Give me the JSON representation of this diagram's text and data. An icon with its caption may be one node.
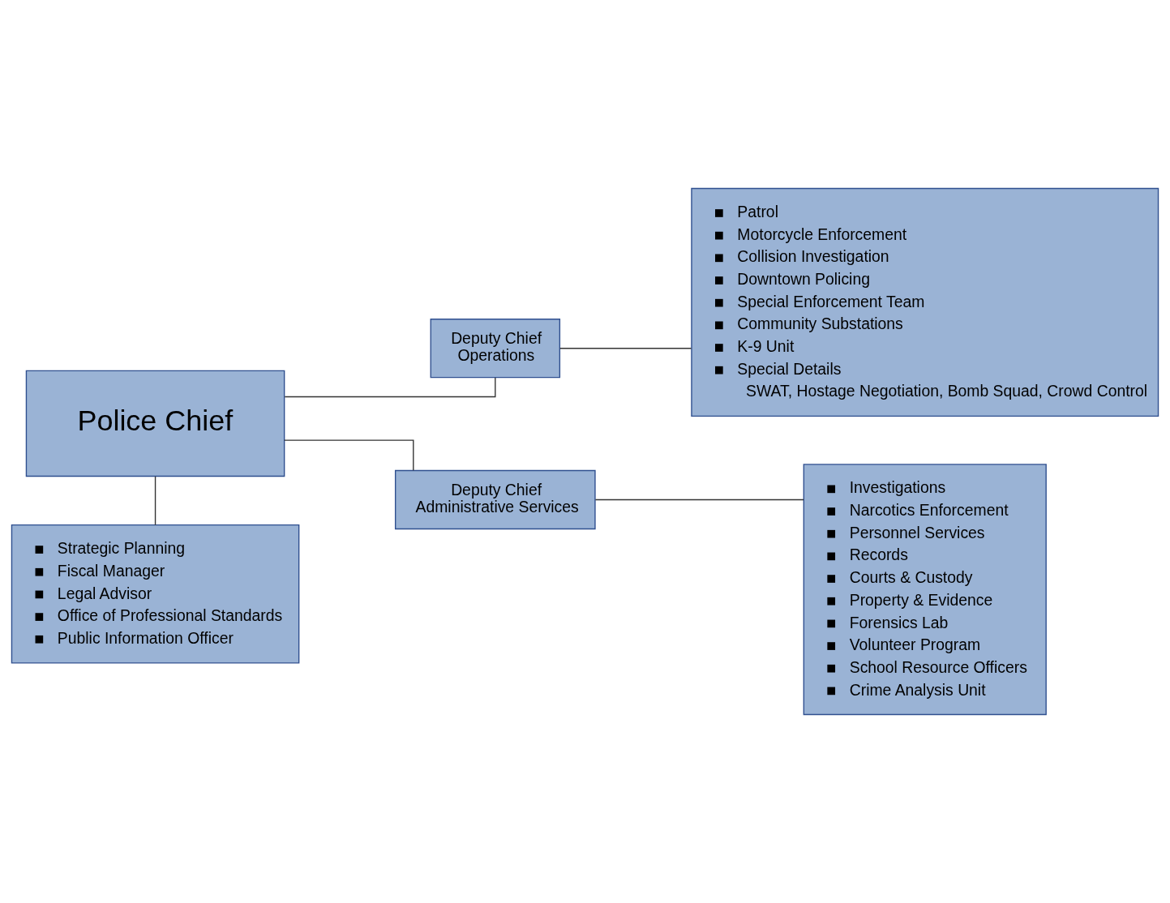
{
  "diagram": {
    "nodes": [
      {
        "text": [
          "Police Chief"
        ]
      },
      {
        "text": [
          "Strategic Planning",
          "Fiscal Manager",
          "Legal Advisor",
          "Office of Professional Standards",
          "Public Information Officer"
        ]
      },
      {
        "text": [
          "Deputy Chief",
          "Operations"
        ]
      },
      {
        "text": [
          "Patrol",
          "Motorcycle Enforcement",
          "Collision Investigation",
          "Downtown Policing",
          "Special Enforcement Team",
          "Community Substations",
          "K-9 Unit",
          "Special Details",
          "SWAT, Hostage Negotiation, Bomb Squad, Crowd Control"
        ]
      },
      {
        "text": [
          "Deputy Chief",
          "Administrative Services"
        ]
      },
      {
        "text": [
          "Investigations",
          "Narcotics Enforcement",
          "Personnel Services",
          "Records",
          "Courts & Custody",
          "Property & Evidence",
          "Forensics Lab",
          "Volunteer Program",
          "School Resource Officers",
          "Crime Analysis Unit"
        ]
      }
    ],
    "edges": [
      {
        "from": 0,
        "to": 1,
        "arrow": "none"
      },
      {
        "from": 0,
        "to": 2,
        "arrow": "none"
      },
      {
        "from": 0,
        "to": 4,
        "arrow": "none"
      },
      {
        "from": 2,
        "to": 3,
        "arrow": "none"
      },
      {
        "from": 4,
        "to": 5,
        "arrow": "none"
      }
    ]
  }
}
